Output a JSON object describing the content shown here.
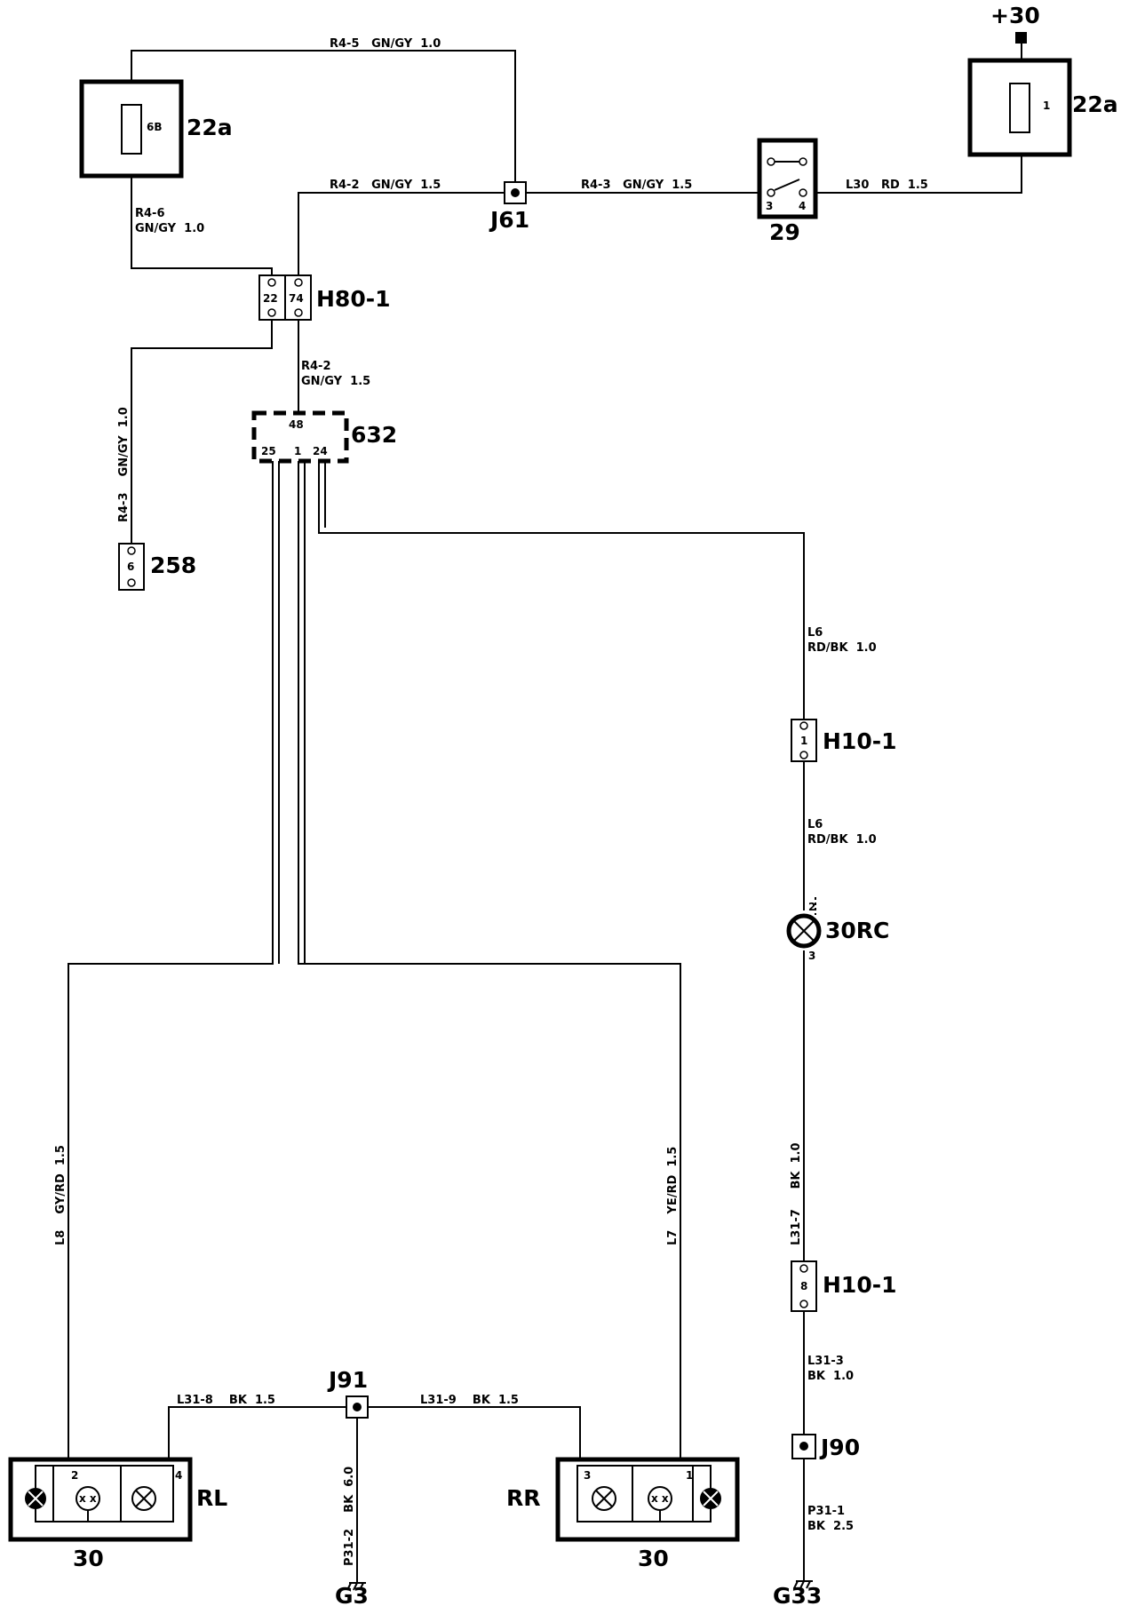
{
  "components": {
    "fuse_left": {
      "id": "22a",
      "fuse": "6B"
    },
    "fuse_right": {
      "id": "22a",
      "fuse": "1",
      "supply": "+30"
    },
    "switch": {
      "id": "29",
      "pin_a": "3",
      "pin_b": "4"
    },
    "splice_j61": "J61",
    "connector_h80": {
      "id": "H80-1",
      "pin_a": "22",
      "pin_b": "74"
    },
    "module_632": {
      "id": "632",
      "pin_top": "48",
      "pin_a": "25",
      "pin_b": "1",
      "pin_c": "24"
    },
    "connector_258": {
      "id": "258",
      "pin": "6"
    },
    "connector_h10_top": {
      "id": "H10-1",
      "pin": "1"
    },
    "lamp_30rc": {
      "id": "30RC",
      "pin_in": "2",
      "pin_out": "3"
    },
    "connector_h10_bottom": {
      "id": "H10-1",
      "pin": "8"
    },
    "splice_j90": "J90",
    "splice_j91": "J91",
    "ground_g3": "G3",
    "ground_g33": "G33",
    "lamp_rl": {
      "id": "RL",
      "component": "30",
      "pin_a": "2",
      "pin_b": "4"
    },
    "lamp_rr": {
      "id": "RR",
      "component": "30",
      "pin_a": "3",
      "pin_b": "1"
    }
  },
  "wires": {
    "r4_5": "R4-5   GN/GY  1.0",
    "r4_2_top": "R4-2   GN/GY  1.5",
    "r4_3_top": "R4-3   GN/GY  1.5",
    "l30": "L30   RD  1.5",
    "r4_6_id": "R4-6",
    "r4_6_spec": "GN/GY  1.0",
    "r4_2_mid_id": "R4-2",
    "r4_2_mid_spec": "GN/GY  1.5",
    "r4_3_vert": "R4-3    GN/GY  1.0",
    "l6_a_id": "L6",
    "l6_a_spec": "RD/BK  1.0",
    "l6_b_id": "L6",
    "l6_b_spec": "RD/BK  1.0",
    "l31_7": "L31-7     BK  1.0",
    "l31_3_id": "L31-3",
    "l31_3_spec": "BK  1.0",
    "p31_1_id": "P31-1",
    "p31_1_spec": "BK  2.5",
    "l8": "L8    GY/RD  1.5",
    "l7": "L7    YE/RD  1.5",
    "l31_8": "L31-8    BK  1.5",
    "l31_9": "L31-9    BK  1.5",
    "p31_2": "P31-2    BK  6.0"
  }
}
